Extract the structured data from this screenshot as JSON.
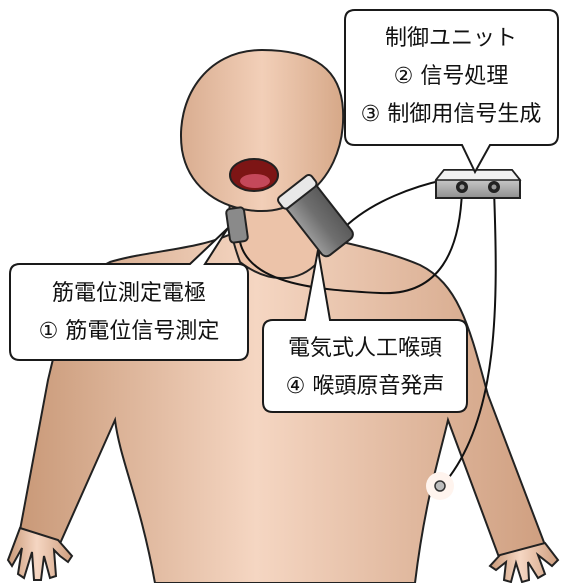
{
  "callouts": {
    "control_unit": {
      "title": "制御ユニット",
      "line1": "② 信号処理",
      "line2": "③ 制御用信号生成"
    },
    "emg_electrode": {
      "title": "筋電位測定電極",
      "line1": "① 筋電位信号測定"
    },
    "electrolarynx": {
      "title": "電気式人工喉頭",
      "line1": "④ 喉頭原音発声"
    }
  },
  "colors": {
    "skin_light": "#f3d3bf",
    "skin_dark": "#c99978",
    "outline": "#222222",
    "mouth": "#8b1a1a",
    "device_gray": "#8a8a8a",
    "box_stroke": "#1a1a1a",
    "box_fill": "#ffffff"
  }
}
